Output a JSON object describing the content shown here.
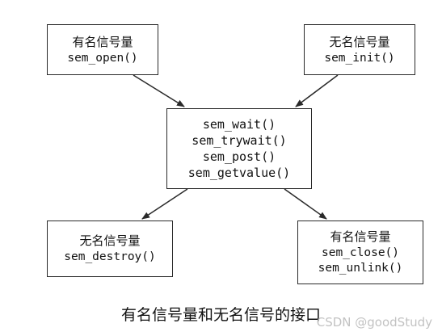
{
  "diagram": {
    "named_open": {
      "title": "有名信号量",
      "functions": [
        "sem_open()"
      ]
    },
    "unnamed_init": {
      "title": "无名信号量",
      "functions": [
        "sem_init()"
      ]
    },
    "operations": {
      "functions": [
        "sem_wait()",
        "sem_trywait()",
        "sem_post()",
        "sem_getvalue()"
      ]
    },
    "unnamed_destroy": {
      "title": "无名信号量",
      "functions": [
        "sem_destroy()"
      ]
    },
    "named_close": {
      "title": "有名信号量",
      "functions": [
        "sem_close()",
        "sem_unlink()"
      ]
    }
  },
  "caption": "有名信号量和无名信号的接口",
  "watermark": "CSDN @goodStudy",
  "colors": {
    "line": "#2a2a2a",
    "text": "#111111",
    "watermark": "#b8b8b8"
  }
}
